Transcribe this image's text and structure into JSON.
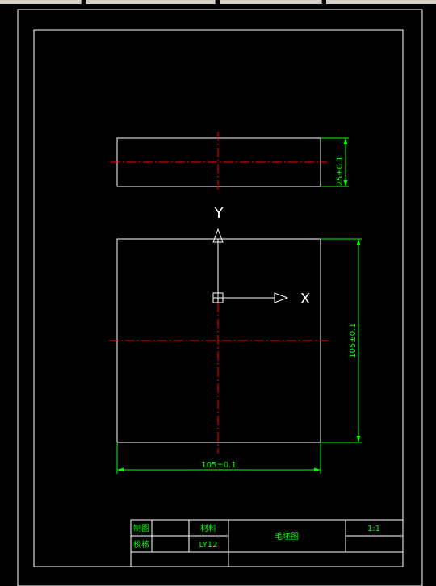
{
  "axes": {
    "y_label": "Y",
    "x_label": "X"
  },
  "dimensions": {
    "top_height": "25±0.1",
    "main_height": "105±0.1",
    "main_width": "105±0.1"
  },
  "title_block": {
    "drawn_by_label": "制图",
    "checked_by_label": "校核",
    "material_label": "材料",
    "material_value": "LY12",
    "drawing_title": "毛坯图",
    "scale": "1:1"
  },
  "colors": {
    "background": "#000000",
    "geometry": "#ffffff",
    "centerline": "#ff0000",
    "dimension": "#00ff00"
  }
}
